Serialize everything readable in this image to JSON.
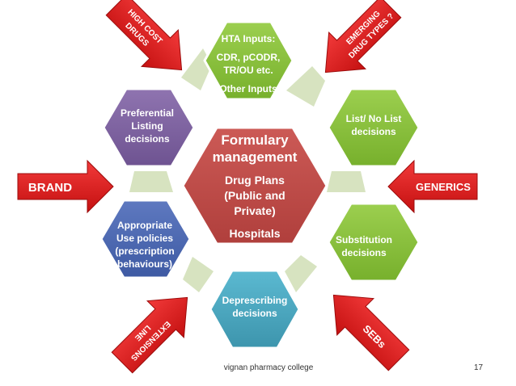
{
  "center": {
    "title": [
      "Formulary",
      "management"
    ],
    "body": [
      "Drug Plans",
      "(Public and",
      "Private)"
    ],
    "extra": "Hospitals"
  },
  "hexagons": {
    "hta": [
      "HTA Inputs:",
      "CDR, pCODR,",
      "TR/OU etc.",
      "Other Inputs"
    ],
    "list": [
      "List/ No List",
      "decisions"
    ],
    "substitution": [
      "Substitution",
      "decisions"
    ],
    "deprescribing": [
      "Deprescribing",
      "decisions"
    ],
    "appropriate": [
      "Appropriate",
      "Use policies",
      "(prescription",
      "behaviours)"
    ],
    "preferential": [
      "Preferential",
      "Listing",
      "decisions"
    ]
  },
  "arrows": {
    "brand": "BRAND",
    "generics": "GENERICS",
    "high_cost": [
      "HIGH COST",
      "DRUGS"
    ],
    "emerging": [
      "EMERGING",
      "DRUG TYPES ?"
    ],
    "line_ext": [
      "EXTENSIONS",
      "LINE"
    ],
    "sebs": "SEBs"
  },
  "footer": {
    "text": "vignan pharmacy college",
    "page": "17"
  },
  "colors": {
    "center": "#c0504d",
    "green": "#8cc63f",
    "purple": "#8064a2",
    "blue": "#4f6bb5",
    "teal": "#4aacc6",
    "arrow": "#e51b1b",
    "connector": "#d7e3c0"
  }
}
